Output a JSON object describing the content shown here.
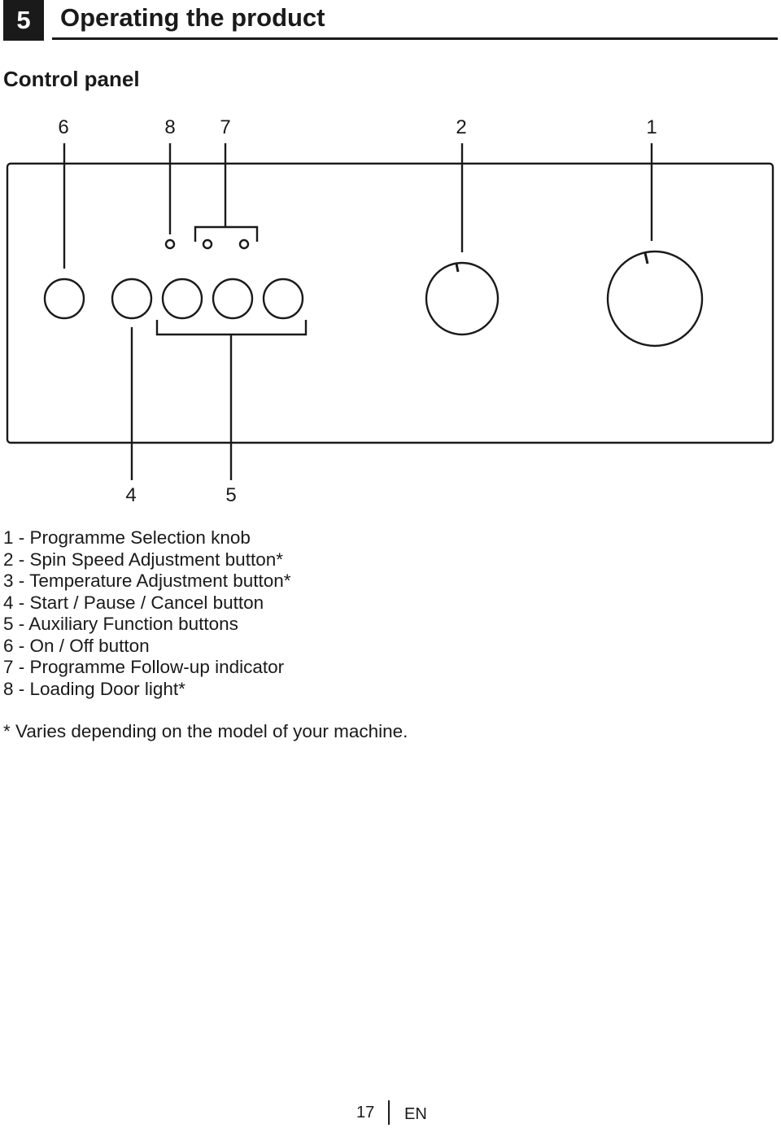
{
  "section": {
    "number": "5",
    "title": "Operating the product"
  },
  "subheading": "Control panel",
  "diagram": {
    "callouts_top": [
      "6",
      "8",
      "7",
      "2",
      "1"
    ],
    "callouts_bottom": [
      "4",
      "5"
    ]
  },
  "legend": [
    "1 - Programme Selection knob",
    "2 - Spin Speed Adjustment button*",
    "3 - Temperature Adjustment button*",
    "4 - Start / Pause / Cancel button",
    "5 - Auxiliary Function buttons",
    "6 - On / Off button",
    "7 - Programme Follow-up indicator",
    "8 - Loading Door light*"
  ],
  "footnote": "* Varies depending on the model of your machine.",
  "footer": {
    "page": "17",
    "language": "EN"
  }
}
